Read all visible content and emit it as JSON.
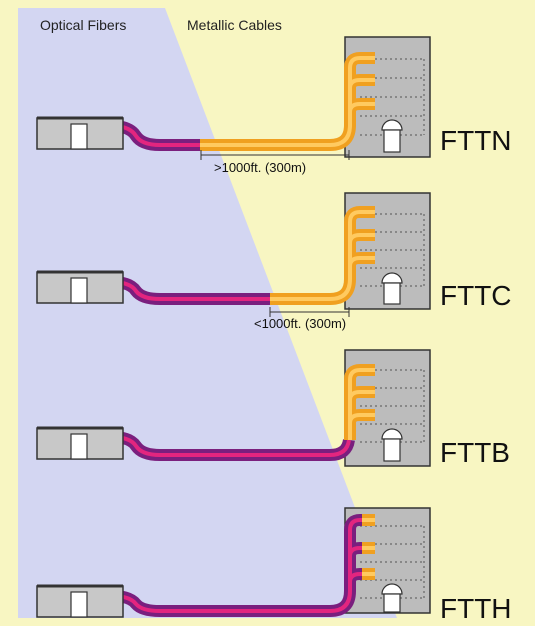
{
  "headers": {
    "fiber": "Optical Fibers",
    "metal": "Metallic Cables"
  },
  "rows": [
    {
      "label": "FTTN",
      "distance": ">1000ft. (300m)"
    },
    {
      "label": "FTTC",
      "distance": "<1000ft. (300m)"
    },
    {
      "label": "FTTB",
      "distance": ""
    },
    {
      "label": "FTTH",
      "distance": ""
    }
  ],
  "colors": {
    "fiber_region": "#d3d6f2",
    "metal_region": "#f8f6c2",
    "fiber_cable": "#7a1f7e",
    "fiber_core": "#e3257f",
    "copper_cable": "#f0a020",
    "copper_core": "#ffca60",
    "building": "#bcbcbc",
    "exchange": "#c8c8c8",
    "outline": "#333333"
  }
}
